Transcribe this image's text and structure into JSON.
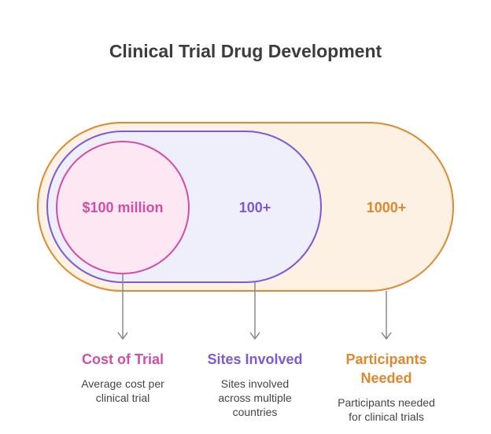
{
  "title": "Clinical Trial Drug Development",
  "colors": {
    "outer_stroke": "#e0882f",
    "outer_fill": "#fdf1e3",
    "middle_stroke": "#7a5ad8",
    "middle_fill": "#efeefb",
    "inner_stroke": "#d24ea6",
    "inner_fill": "#fde7f3",
    "arrow": "#8a8a8a"
  },
  "shapes": {
    "inner": {
      "value": "$100 million"
    },
    "middle": {
      "value": "100+"
    },
    "outer": {
      "value": "1000+"
    }
  },
  "captions": [
    {
      "title": "Cost of Trial",
      "desc_lines": [
        "Average cost per",
        "clinical trial"
      ]
    },
    {
      "title": "Sites Involved",
      "desc_lines": [
        "Sites involved",
        "across multiple",
        "countries"
      ]
    },
    {
      "title_lines": [
        "Participants",
        "Needed"
      ],
      "desc_lines": [
        "Participants needed",
        "for clinical trials"
      ]
    }
  ]
}
